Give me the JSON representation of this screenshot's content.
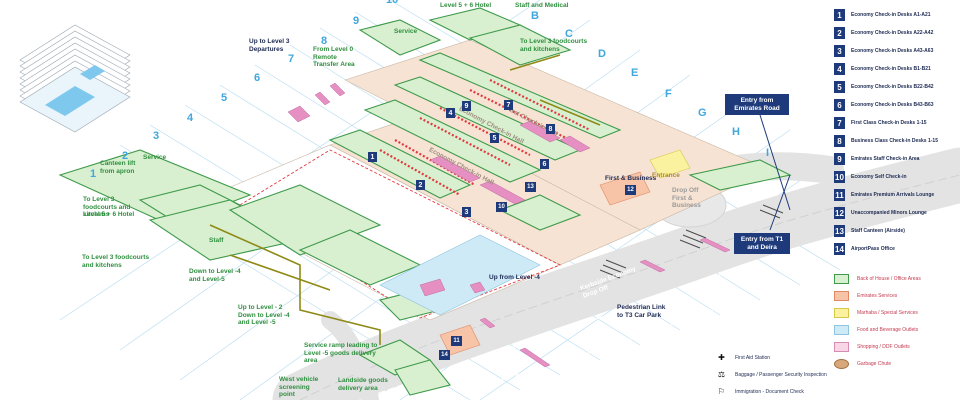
{
  "legend_items": [
    {
      "num": "1",
      "label": "Economy Check-in Desks A1-A21"
    },
    {
      "num": "2",
      "label": "Economy Check-in Desks A22-A42"
    },
    {
      "num": "3",
      "label": "Economy Check-in Desks A43-A63"
    },
    {
      "num": "4",
      "label": "Economy Check-in Desks B1-B21"
    },
    {
      "num": "5",
      "label": "Economy Check-in Desks B22-B42"
    },
    {
      "num": "6",
      "label": "Economy Check-in Desks B43-B63"
    },
    {
      "num": "7",
      "label": "First Class Check-in Desks 1-15"
    },
    {
      "num": "8",
      "label": "Business Class Check-in Desks 1-15"
    },
    {
      "num": "9",
      "label": "Emirates Staff Check-in Area"
    },
    {
      "num": "10",
      "label": "Economy Self Check-in"
    },
    {
      "num": "11",
      "label": "Emirates Premium Arrivals Lounge"
    },
    {
      "num": "12",
      "label": "Unaccompanied Minors Lounge"
    },
    {
      "num": "13",
      "label": "Staff Canteen (Airside)"
    },
    {
      "num": "14",
      "label": "AirportPass Office"
    }
  ],
  "area_legend": [
    {
      "label": "Back of House / Office Areas",
      "color": "#d8f0d0"
    },
    {
      "label": "Emirates Services",
      "color": "#f7c4a8"
    },
    {
      "label": "Marhaba / Special Services",
      "color": "#fbf2a0"
    },
    {
      "label": "Food and Beverage Outlets",
      "color": "#cfeaf7"
    },
    {
      "label": "Shopping / DDF Outlets",
      "color": "#f9d6e6"
    },
    {
      "label": "Garbage Chute",
      "color": "#d9a87a"
    }
  ],
  "symbol_legend": [
    {
      "icon": "first-aid-icon",
      "glyph": "✚",
      "label": "First Aid Station"
    },
    {
      "icon": "baggage-security-icon",
      "glyph": "⚖",
      "label": "Baggage / Passenger Security Inspection"
    },
    {
      "icon": "immigration-icon",
      "glyph": "⚐",
      "label": "Immigration - Document Check"
    }
  ],
  "grid_numbers": [
    "1",
    "2",
    "3",
    "4",
    "5",
    "6",
    "7",
    "8",
    "9",
    "10"
  ],
  "grid_letters": [
    "B",
    "C",
    "D",
    "E",
    "F",
    "G",
    "H",
    "I"
  ],
  "labels": {
    "up_level3_departures": "Up to Level 3 Departures",
    "from_level0": "From Level 0 Remote Transfer Area",
    "service_top": "Service",
    "level56_hotel_top": "Level 5 + 6 Hotel",
    "staff_medical": "Staff and Medical",
    "level3_food_top": "To Level 3 foodcourts and kitchens",
    "canteen_lift": "Canteen lift from apron",
    "service_left": "Service",
    "level3_food_left": "To Level 3 foodcourts and kitchens",
    "level56_hotel_left": "Level 5 + 6 Hotel",
    "staff_left": "Staff",
    "level3_food_left2": "To Level 3 foodcourts and kitchens",
    "down_level4": "Down to Level -4 and Level-5",
    "up_level2": "Up to Level - 2 Down to Level -4 and Level -5",
    "service_ramp": "Service ramp leading to Level -5 goods delivery area",
    "west_vehicle": "West vehicle screening point",
    "landside_goods": "Landside goods delivery area",
    "up_from_level4": "Up from Level -4",
    "pedestrian_link": "Pedestrian Link to T3 Car Park",
    "first_business": "First & Business",
    "economy_hall_1": "Economy Check-in Hall",
    "economy_hall_2": "Economy Check-in Hall",
    "first_hall": "First Check-in Hall",
    "kerbside": "Kerbside Economy Drop Off",
    "dropoff_first": "Drop Off First & Business",
    "entrance": "Entrance",
    "entry_emirates_road": "Entry from Emirates Road",
    "entry_t1_deira": "Entry from T1 and Deira"
  },
  "map_badges": [
    "1",
    "2",
    "3",
    "4",
    "5",
    "6",
    "7",
    "8",
    "9",
    "10",
    "11",
    "12",
    "13",
    "14"
  ]
}
